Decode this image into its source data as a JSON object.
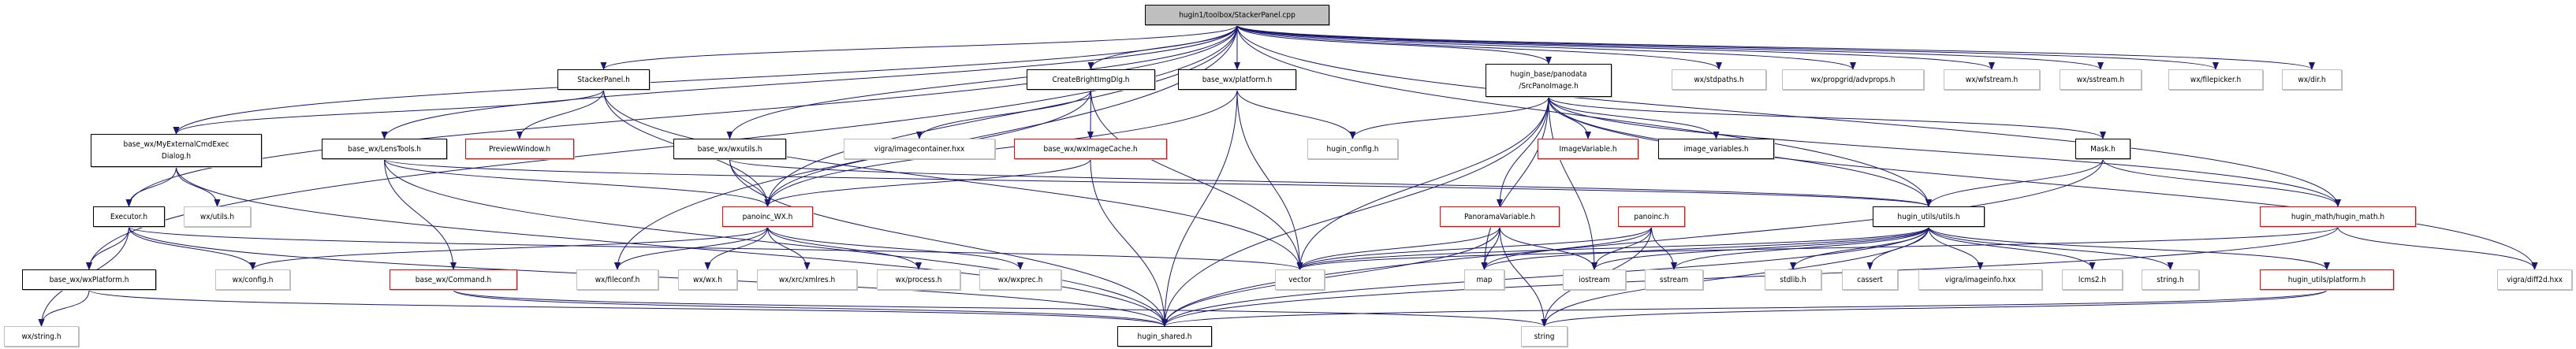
{
  "title": "hugin1/toolbox/StackerPanel.cpp",
  "edge_color": "#191970",
  "nodes": {
    "root": {
      "label": "hugin1/toolbox/StackerPanel.cpp",
      "kind": "root"
    },
    "stackerpanel_h": {
      "label": "StackerPanel.h",
      "kind": "doc"
    },
    "createbright": {
      "label": "CreateBrightImgDlg.h",
      "kind": "doc"
    },
    "wx_platform": {
      "label": "base_wx/platform.h",
      "kind": "doc"
    },
    "srcpanoimage": {
      "label": "hugin_base/panodata\n/SrcPanoImage.h",
      "kind": "doc"
    },
    "wx_stdpaths": {
      "label": "wx/stdpaths.h",
      "kind": "ext"
    },
    "wx_advprops": {
      "label": "wx/propgrid/advprops.h",
      "kind": "ext"
    },
    "wx_wfstream": {
      "label": "wx/wfstream.h",
      "kind": "ext"
    },
    "wx_sstream": {
      "label": "wx/sstream.h",
      "kind": "ext"
    },
    "wx_filepicker": {
      "label": "wx/filepicker.h",
      "kind": "ext"
    },
    "wx_dir": {
      "label": "wx/dir.h",
      "kind": "ext"
    },
    "myextcmd": {
      "label": "base_wx/MyExternalCmdExec\nDialog.h",
      "kind": "doc"
    },
    "lenstools": {
      "label": "base_wx/LensTools.h",
      "kind": "doc"
    },
    "previewwindow": {
      "label": "PreviewWindow.h",
      "kind": "red"
    },
    "wxutils": {
      "label": "base_wx/wxutils.h",
      "kind": "doc"
    },
    "imagecontainer": {
      "label": "vigra/imagecontainer.hxx",
      "kind": "ext"
    },
    "wximagecache": {
      "label": "base_wx/wxImageCache.h",
      "kind": "red"
    },
    "hugin_config": {
      "label": "hugin_config.h",
      "kind": "ext"
    },
    "imagevariable": {
      "label": "ImageVariable.h",
      "kind": "red"
    },
    "image_variables": {
      "label": "image_variables.h",
      "kind": "doc"
    },
    "mask": {
      "label": "Mask.h",
      "kind": "doc"
    },
    "executor": {
      "label": "Executor.h",
      "kind": "doc"
    },
    "wx_utils": {
      "label": "wx/utils.h",
      "kind": "ext"
    },
    "panoinc_wx": {
      "label": "panoinc_WX.h",
      "kind": "red"
    },
    "panoramavariable": {
      "label": "PanoramaVariable.h",
      "kind": "red"
    },
    "panoinc": {
      "label": "panoinc.h",
      "kind": "red"
    },
    "utils": {
      "label": "hugin_utils/utils.h",
      "kind": "doc"
    },
    "hugin_math": {
      "label": "hugin_math/hugin_math.h",
      "kind": "red"
    },
    "wxplatform": {
      "label": "base_wx/wxPlatform.h",
      "kind": "doc"
    },
    "wx_config": {
      "label": "wx/config.h",
      "kind": "ext"
    },
    "command": {
      "label": "base_wx/Command.h",
      "kind": "red"
    },
    "wx_fileconf": {
      "label": "wx/fileconf.h",
      "kind": "ext"
    },
    "wx_wx": {
      "label": "wx/wx.h",
      "kind": "ext"
    },
    "wx_xmlres": {
      "label": "wx/xrc/xmlres.h",
      "kind": "ext"
    },
    "wx_process": {
      "label": "wx/process.h",
      "kind": "ext"
    },
    "wx_wxprec": {
      "label": "wx/wxprec.h",
      "kind": "ext"
    },
    "vector": {
      "label": "vector",
      "kind": "ext"
    },
    "map": {
      "label": "map",
      "kind": "ext"
    },
    "iostream": {
      "label": "iostream",
      "kind": "ext"
    },
    "sstream": {
      "label": "sstream",
      "kind": "ext"
    },
    "stdlib": {
      "label": "stdlib.h",
      "kind": "ext"
    },
    "cassert": {
      "label": "cassert",
      "kind": "ext"
    },
    "imageinfo": {
      "label": "vigra/imageinfo.hxx",
      "kind": "ext"
    },
    "lcms2": {
      "label": "lcms2.h",
      "kind": "ext"
    },
    "string_h": {
      "label": "string.h",
      "kind": "ext"
    },
    "utils_platform": {
      "label": "hugin_utils/platform.h",
      "kind": "red"
    },
    "diff2d": {
      "label": "vigra/diff2d.hxx",
      "kind": "ext"
    },
    "wx_string": {
      "label": "wx/string.h",
      "kind": "ext"
    },
    "hugin_shared": {
      "label": "hugin_shared.h",
      "kind": "doc"
    },
    "string": {
      "label": "string",
      "kind": "ext"
    }
  },
  "edges": [
    [
      "root",
      "stackerpanel_h"
    ],
    [
      "root",
      "createbright"
    ],
    [
      "root",
      "wx_platform"
    ],
    [
      "root",
      "srcpanoimage"
    ],
    [
      "root",
      "wx_stdpaths"
    ],
    [
      "root",
      "wx_advprops"
    ],
    [
      "root",
      "wx_wfstream"
    ],
    [
      "root",
      "wx_sstream"
    ],
    [
      "root",
      "wx_filepicker"
    ],
    [
      "root",
      "wx_dir"
    ],
    [
      "root",
      "myextcmd"
    ],
    [
      "root",
      "executor"
    ],
    [
      "root",
      "wxplatform"
    ],
    [
      "root",
      "lenstools"
    ],
    [
      "root",
      "wxutils"
    ],
    [
      "root",
      "panoinc_wx"
    ],
    [
      "root",
      "wx_fileconf"
    ],
    [
      "root",
      "utils"
    ],
    [
      "root",
      "hugin_math"
    ],
    [
      "stackerpanel_h",
      "myextcmd"
    ],
    [
      "stackerpanel_h",
      "previewwindow"
    ],
    [
      "stackerpanel_h",
      "panoinc_wx"
    ],
    [
      "stackerpanel_h",
      "vector"
    ],
    [
      "createbright",
      "imagecontainer"
    ],
    [
      "createbright",
      "wximagecache"
    ],
    [
      "createbright",
      "vector"
    ],
    [
      "createbright",
      "panoinc_wx"
    ],
    [
      "wx_platform",
      "hugin_config"
    ],
    [
      "wx_platform",
      "hugin_shared"
    ],
    [
      "wx_platform",
      "vector"
    ],
    [
      "wx_platform",
      "panoinc_wx"
    ],
    [
      "srcpanoimage",
      "hugin_config"
    ],
    [
      "srcpanoimage",
      "vector"
    ],
    [
      "srcpanoimage",
      "hugin_shared"
    ],
    [
      "srcpanoimage",
      "panoramavariable"
    ],
    [
      "srcpanoimage",
      "imagevariable"
    ],
    [
      "srcpanoimage",
      "image_variables"
    ],
    [
      "srcpanoimage",
      "mask"
    ],
    [
      "srcpanoimage",
      "utils"
    ],
    [
      "srcpanoimage",
      "hugin_math"
    ],
    [
      "srcpanoimage",
      "diff2d"
    ],
    [
      "srcpanoimage",
      "map"
    ],
    [
      "srcpanoimage",
      "iostream"
    ],
    [
      "myextcmd",
      "executor"
    ],
    [
      "myextcmd",
      "wx_utils"
    ],
    [
      "myextcmd",
      "hugin_shared"
    ],
    [
      "lenstools",
      "panoinc_wx"
    ],
    [
      "lenstools",
      "command"
    ],
    [
      "lenstools",
      "hugin_shared"
    ],
    [
      "lenstools",
      "utils"
    ],
    [
      "wxutils",
      "panoinc_wx"
    ],
    [
      "wxutils",
      "hugin_shared"
    ],
    [
      "wxutils",
      "utils"
    ],
    [
      "wximagecache",
      "panoinc_wx"
    ],
    [
      "wximagecache",
      "hugin_shared"
    ],
    [
      "mask",
      "utils"
    ],
    [
      "mask",
      "hugin_math"
    ],
    [
      "mask",
      "hugin_shared"
    ],
    [
      "executor",
      "wxplatform"
    ],
    [
      "executor",
      "wx_string"
    ],
    [
      "executor",
      "wx_config"
    ],
    [
      "executor",
      "hugin_shared"
    ],
    [
      "executor",
      "vector"
    ],
    [
      "panoinc_wx",
      "wx_config"
    ],
    [
      "panoinc_wx",
      "wx_fileconf"
    ],
    [
      "panoinc_wx",
      "wx_wx"
    ],
    [
      "panoinc_wx",
      "wx_xmlres"
    ],
    [
      "panoinc_wx",
      "wx_process"
    ],
    [
      "panoinc_wx",
      "wx_wxprec"
    ],
    [
      "panoramavariable",
      "vector"
    ],
    [
      "panoramavariable",
      "map"
    ],
    [
      "panoramavariable",
      "iostream"
    ],
    [
      "panoramavariable",
      "hugin_shared"
    ],
    [
      "panoramavariable",
      "string"
    ],
    [
      "panoinc",
      "vector"
    ],
    [
      "panoinc",
      "map"
    ],
    [
      "panoinc",
      "iostream"
    ],
    [
      "panoinc",
      "sstream"
    ],
    [
      "panoinc",
      "string"
    ],
    [
      "utils",
      "vector"
    ],
    [
      "utils",
      "iostream"
    ],
    [
      "utils",
      "sstream"
    ],
    [
      "utils",
      "stdlib"
    ],
    [
      "utils",
      "cassert"
    ],
    [
      "utils",
      "imageinfo"
    ],
    [
      "utils",
      "lcms2"
    ],
    [
      "utils",
      "string_h"
    ],
    [
      "utils",
      "utils_platform"
    ],
    [
      "utils",
      "hugin_shared"
    ],
    [
      "utils",
      "string"
    ],
    [
      "utils",
      "map"
    ],
    [
      "hugin_math",
      "diff2d"
    ],
    [
      "hugin_math",
      "hugin_shared"
    ],
    [
      "hugin_math",
      "vector"
    ],
    [
      "wxplatform",
      "wx_string"
    ],
    [
      "wxplatform",
      "hugin_shared"
    ],
    [
      "command",
      "hugin_shared"
    ],
    [
      "command",
      "string"
    ],
    [
      "utils_platform",
      "hugin_shared"
    ],
    [
      "utils_platform",
      "string"
    ]
  ]
}
